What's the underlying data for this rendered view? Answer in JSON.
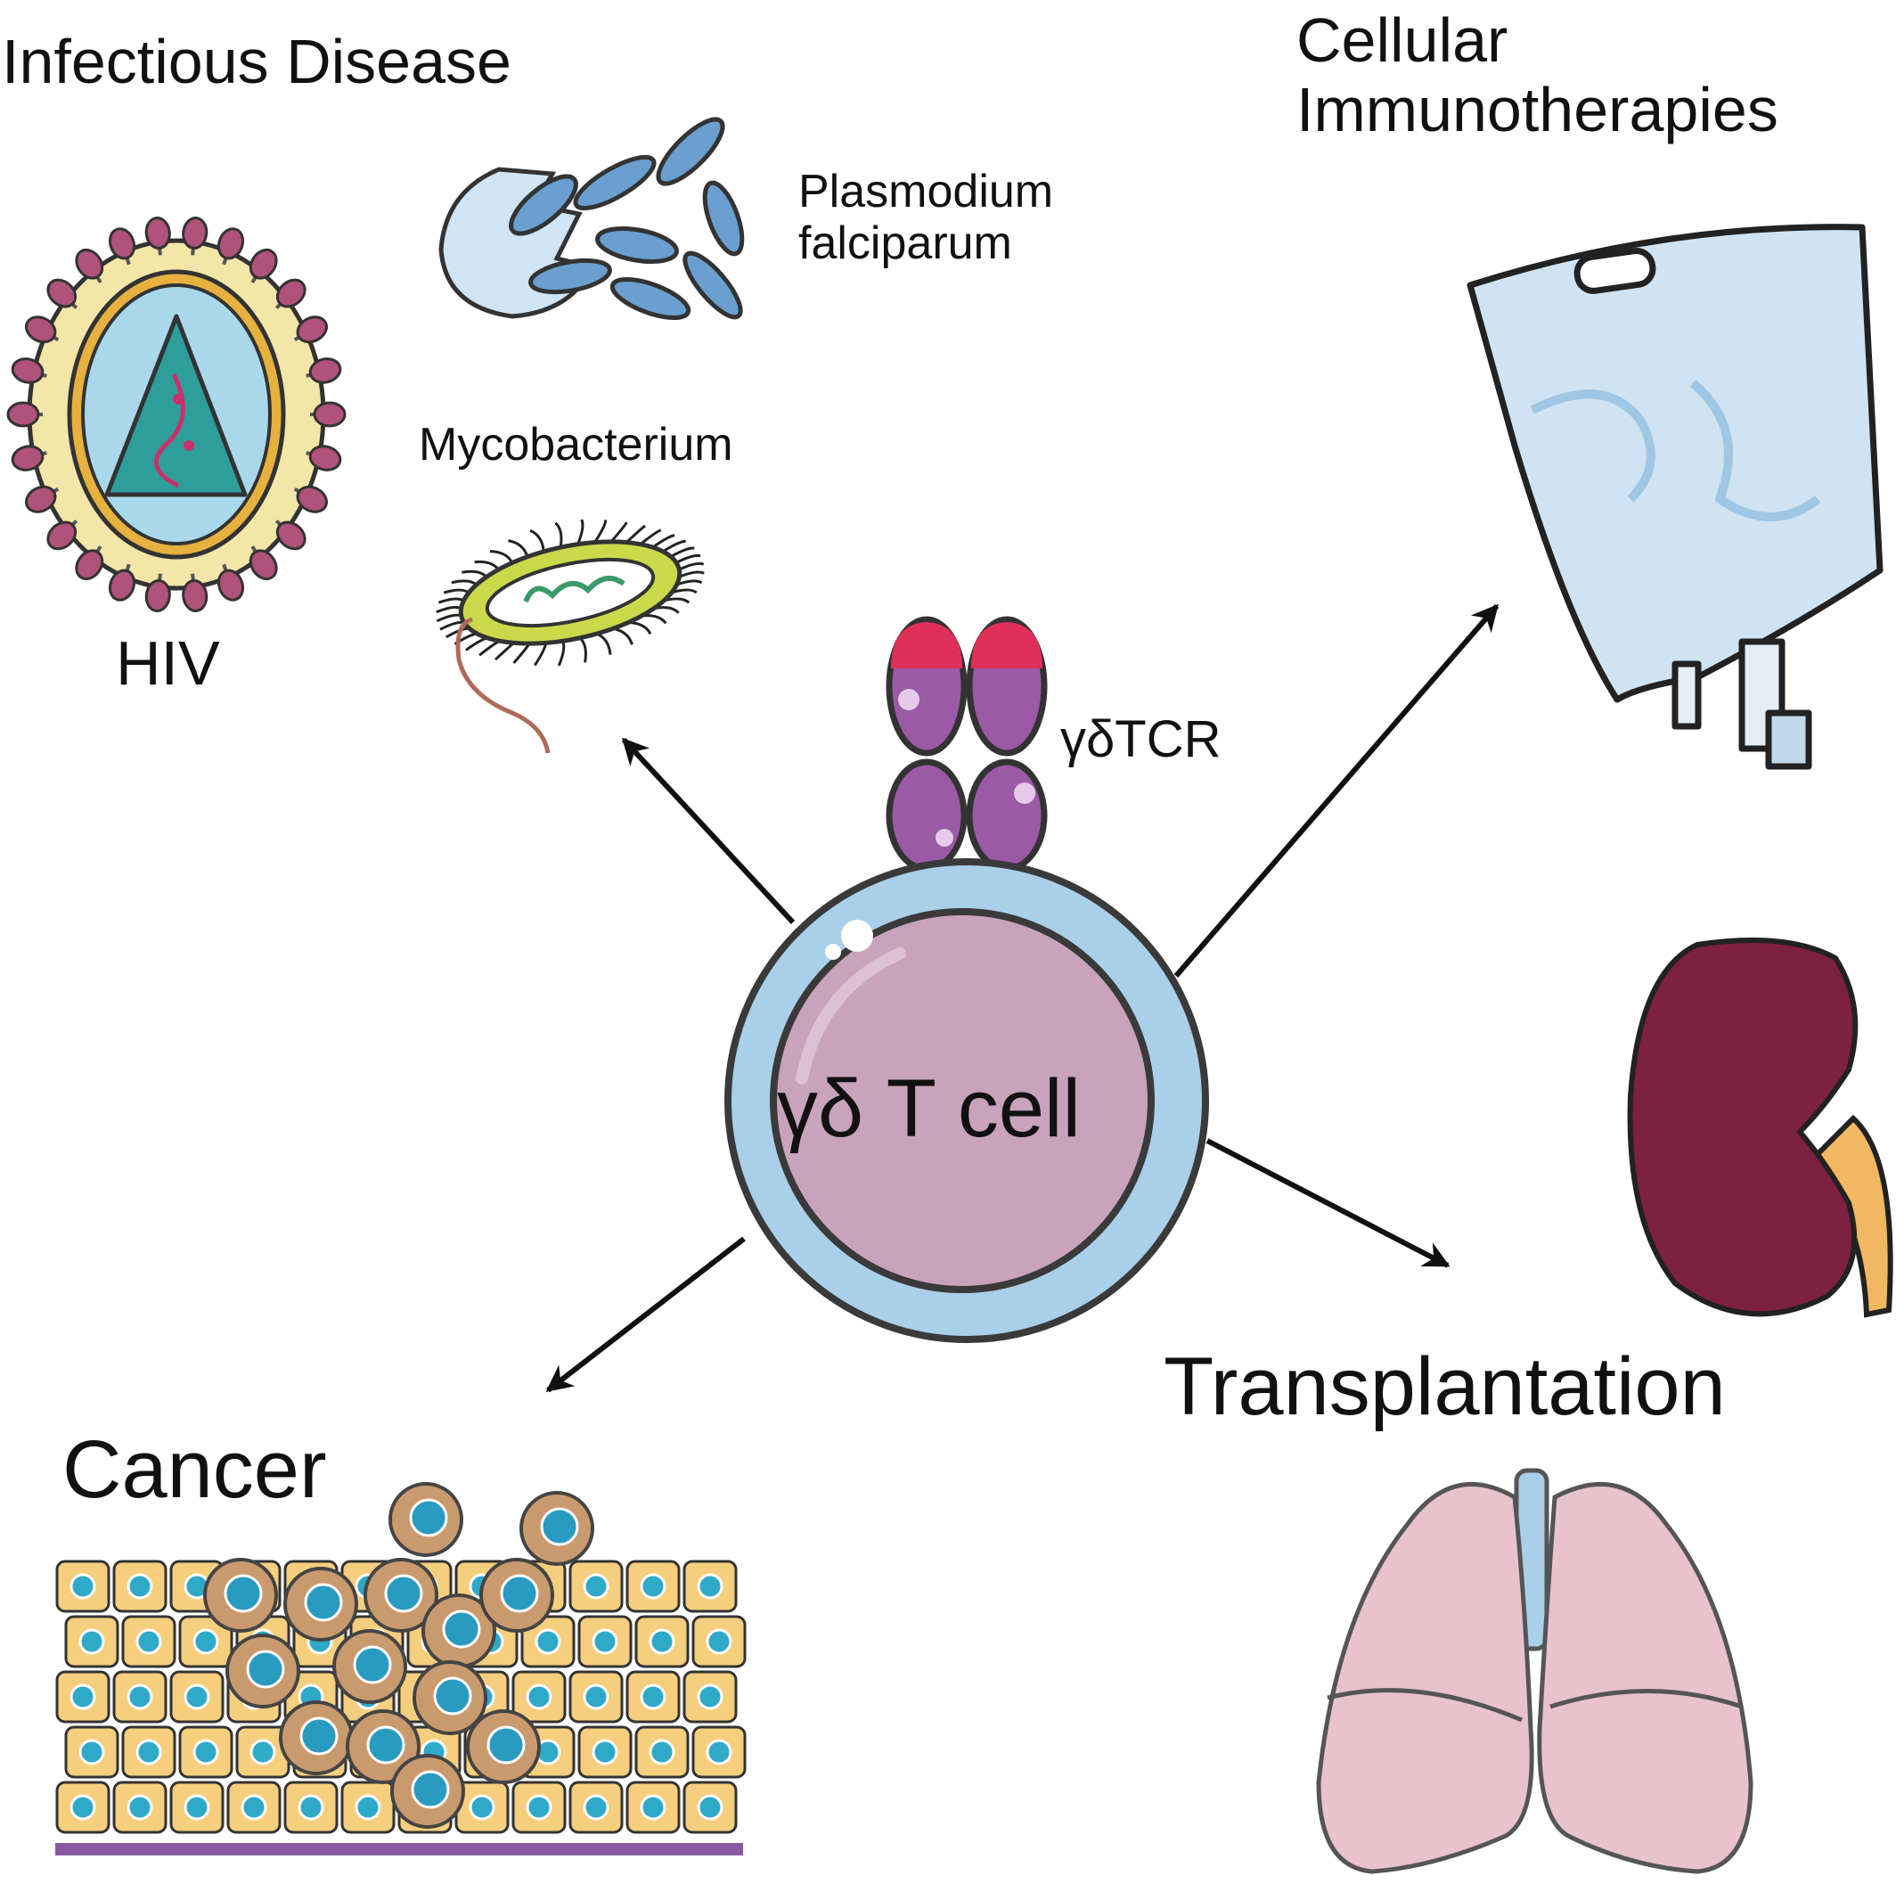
{
  "sections": {
    "infectious_disease": "Infectious Disease",
    "cellular_immunotherapies": "Cellular\nImmunotherapies",
    "transplantation": "Transplantation",
    "cancer": "Cancer"
  },
  "labels": {
    "plasmodium": "Plasmodium\nfalciparum",
    "mycobacterium": "Mycobacterium",
    "hiv": "HIV",
    "tcr": "γδTCR",
    "center_cell": "γδ T cell"
  },
  "colors": {
    "cell_outer": "#a9cfe9",
    "cell_inner": "#c9a3bb",
    "tcr_purple": "#9b5aa6",
    "tcr_tip": "#e0305a",
    "kidney": "#7e2040",
    "ureter": "#f0b860",
    "lung": "#e8c2cc",
    "virus_knob": "#b0527a",
    "virus_capsid": "#2e9e9a",
    "parasite": "#6a9fd0",
    "bacterium": "#c9d94a",
    "tissue_cell": "#f5cf7e",
    "tissue_nucleus": "#2fa9c8",
    "tumor": "#c99a6e",
    "iv_bag": "#cfe3f2"
  }
}
